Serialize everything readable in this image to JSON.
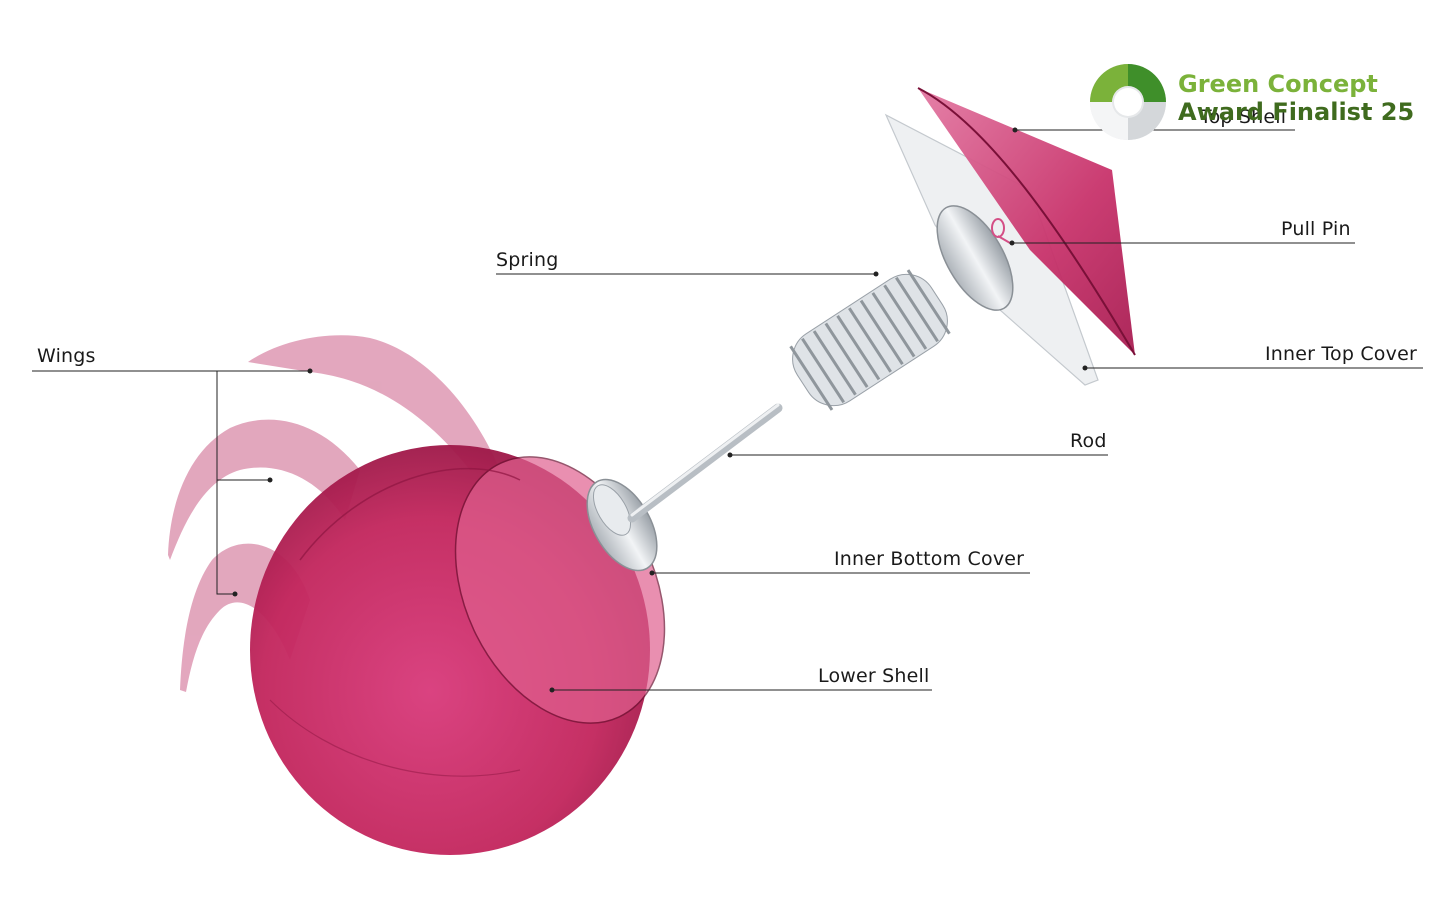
{
  "labels": {
    "top_shell": "Top Shell",
    "pull_pin": "Pull Pin",
    "spring": "Spring",
    "inner_top_cover": "Inner Top Cover",
    "wings": "Wings",
    "rod": "Rod",
    "inner_bottom_cover": "Inner Bottom Cover",
    "lower_shell": "Lower Shell"
  },
  "badge": {
    "line1": "Green Concept",
    "line2": "Award Finalist 25"
  },
  "colors": {
    "shell": "#c2255c",
    "wing": "#d98aa8",
    "metal": "#c9ced3",
    "badge_green": "#7bb23a",
    "badge_dark": "#3f6b1e",
    "leader": "#222222"
  }
}
